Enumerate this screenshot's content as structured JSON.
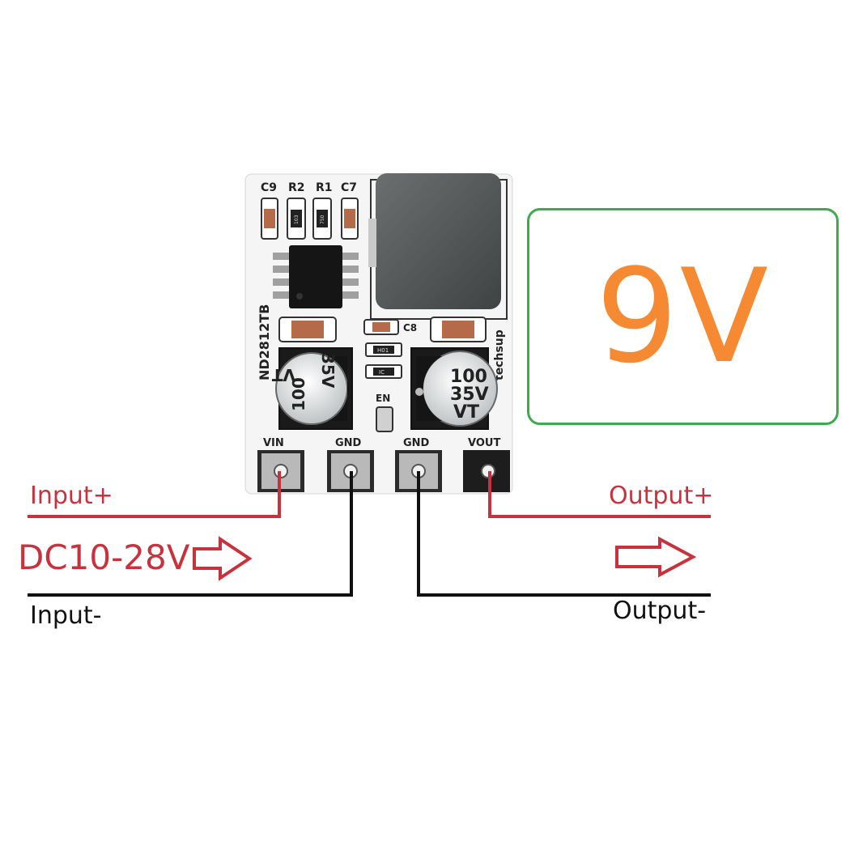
{
  "board": {
    "model": "ND2812TB",
    "brand": "techsup",
    "silkscreen": {
      "c9": "C9",
      "r2": "R2",
      "r1": "R1",
      "c7": "C7",
      "c8": "C8",
      "en": "EN"
    },
    "resistor_codes": {
      "r2": "103",
      "r1": "750",
      "ra": "H01",
      "rb": "IC"
    },
    "capacitor_marking": {
      "value": "100",
      "voltage": "35V",
      "series": "VT"
    },
    "pins": [
      "VIN",
      "GND",
      "GND",
      "VOUT"
    ]
  },
  "wires": {
    "input_plus": "Input+",
    "input_minus": "Input-",
    "output_plus": "Output+",
    "output_minus": "Output-",
    "input_range": "DC10-28V"
  },
  "output_voltage": "9V",
  "colors": {
    "red": "#c8323c",
    "black": "#111111",
    "orange": "#f58a32",
    "green": "#3cab4e"
  }
}
